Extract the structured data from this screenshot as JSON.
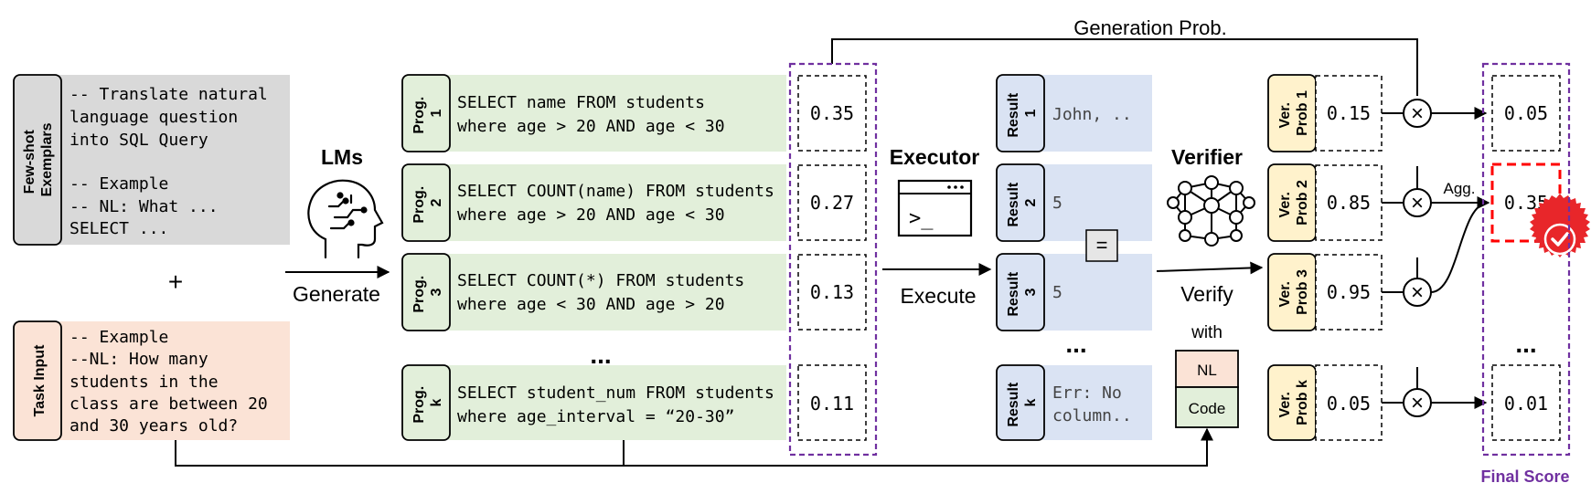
{
  "title_generation_prob": "Generation Prob.",
  "fewshot": {
    "tab_line1": "Few-shot",
    "tab_line2": "Exemplars",
    "lines": [
      "-- Translate natural",
      "language question",
      "into SQL Query",
      "",
      "-- Example",
      "-- NL: What ...",
      "SELECT ..."
    ]
  },
  "plus": "+",
  "task": {
    "tab": "Task Input",
    "lines": [
      "-- Example",
      "--NL: How many",
      "students in the",
      "class are between 20",
      "and 30 years old?"
    ]
  },
  "lms": {
    "title": "LMs",
    "label": "Generate"
  },
  "programs": [
    {
      "tab_line1": "Prog.",
      "tab_line2": "1",
      "code_line1": "SELECT name FROM students",
      "code_line2": "  where age > 20 AND age < 30",
      "prob": "0.35"
    },
    {
      "tab_line1": "Prog.",
      "tab_line2": "2",
      "code_line1": "SELECT COUNT(name) FROM students",
      "code_line2": "  where age > 20 AND age < 30",
      "prob": "0.27"
    },
    {
      "tab_line1": "Prog.",
      "tab_line2": "3",
      "code_line1": "SELECT COUNT(*) FROM students",
      "code_line2": "where age < 30 AND age > 20",
      "prob": "0.13"
    },
    {
      "tab_line1": "Prog.",
      "tab_line2": "k",
      "code_line1": "SELECT student_num FROM students",
      "code_line2": "  where age_interval = “20-30”",
      "prob": "0.11"
    }
  ],
  "ellipsis": "...",
  "executor": {
    "title": "Executor",
    "label": "Execute",
    "prompt": ">_"
  },
  "results": [
    {
      "tab_line1": "Result",
      "tab_line2": "1",
      "line1": "John, ..",
      "line2": ""
    },
    {
      "tab_line1": "Result",
      "tab_line2": "2",
      "line1": "5",
      "line2": ""
    },
    {
      "tab_line1": "Result",
      "tab_line2": "3",
      "line1": "5",
      "line2": ""
    },
    {
      "tab_line1": "Result",
      "tab_line2": "k",
      "line1": "Err: No",
      "line2": "column.."
    }
  ],
  "equals": "=",
  "verifier": {
    "title": "Verifier",
    "label": "Verify",
    "with": "with",
    "nl": "NL",
    "code": "Code"
  },
  "verprobs": [
    {
      "tab_line1": "Ver.",
      "tab_line2": "Prob 1",
      "value": "0.15"
    },
    {
      "tab_line1": "Ver.",
      "tab_line2": "Prob 2",
      "value": "0.85"
    },
    {
      "tab_line1": "Ver.",
      "tab_line2": "Prob 3",
      "value": "0.95"
    },
    {
      "tab_line1": "Ver.",
      "tab_line2": "Prob k",
      "value": "0.05"
    }
  ],
  "times": "×",
  "agg": "Agg.",
  "final_scores": [
    "0.05",
    "0.35",
    "0.01"
  ],
  "final_label": "Final Score",
  "colors": {
    "fewshot_fill": "#d9d9d9",
    "task_fill": "#fbe3d6",
    "prog_fill": "#e2efda",
    "result_fill": "#dae3f3",
    "ver_fill": "#fff2cc",
    "purple": "#7030a0",
    "red": "#ff0000"
  }
}
